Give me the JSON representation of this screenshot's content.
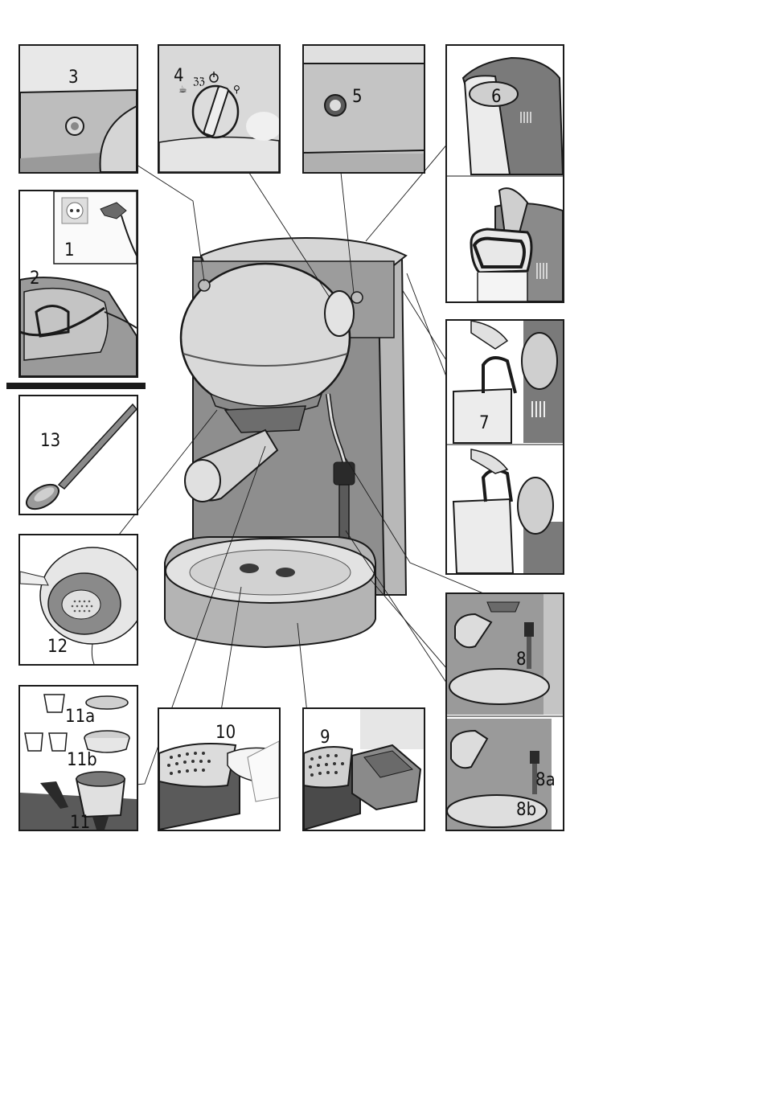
{
  "labels": {
    "p1": "1",
    "p2": "2",
    "p3": "3",
    "p4": "4",
    "p5": "5",
    "p6": "6",
    "p7": "7",
    "p8": "8",
    "p8a": "8a",
    "p8b": "8b",
    "p9": "9",
    "p10": "10",
    "p11": "11",
    "p11a": "11a",
    "p11b": "11b",
    "p12": "12",
    "p13": "13"
  },
  "icons": {
    "power": "power-symbol",
    "steam": "steam-symbol",
    "coffee": "coffee-symbol",
    "pump": "pump-symbol"
  },
  "colors": {
    "outline": "#1a1a1a",
    "light_grey": "#d8d8d8",
    "mid_grey": "#9a9a9a",
    "dark_grey": "#5a5a5a"
  }
}
